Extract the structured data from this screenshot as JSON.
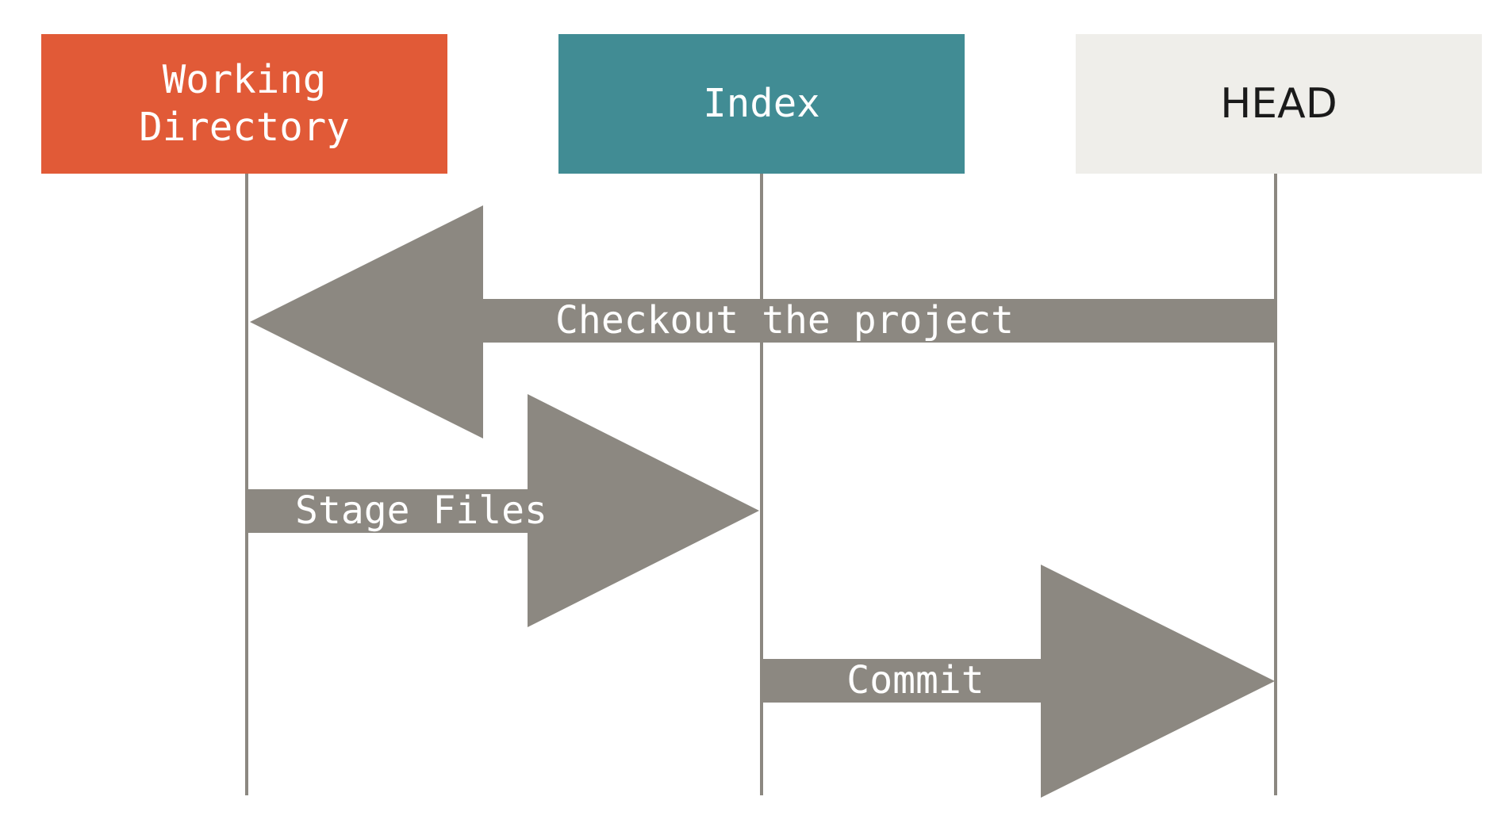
{
  "nodes": [
    {
      "id": "working_directory",
      "label": "Working\nDirectory",
      "fill": "#e15a37",
      "text_color": "#ffffff"
    },
    {
      "id": "index",
      "label": "Index",
      "fill": "#418c94",
      "text_color": "#ffffff"
    },
    {
      "id": "head",
      "label": "HEAD",
      "fill": "#efeeea",
      "text_color": "#1a1a1a"
    }
  ],
  "edges": [
    {
      "id": "checkout",
      "from": "head",
      "to": "working_directory",
      "label": "Checkout the project"
    },
    {
      "id": "stage",
      "from": "working_directory",
      "to": "index",
      "label": "Stage Files"
    },
    {
      "id": "commit",
      "from": "index",
      "to": "head",
      "label": "Commit"
    }
  ],
  "colors": {
    "arrow": "#8c8881",
    "lifeline": "#8c8881",
    "arrow_text": "#ffffff",
    "background": "#ffffff"
  }
}
